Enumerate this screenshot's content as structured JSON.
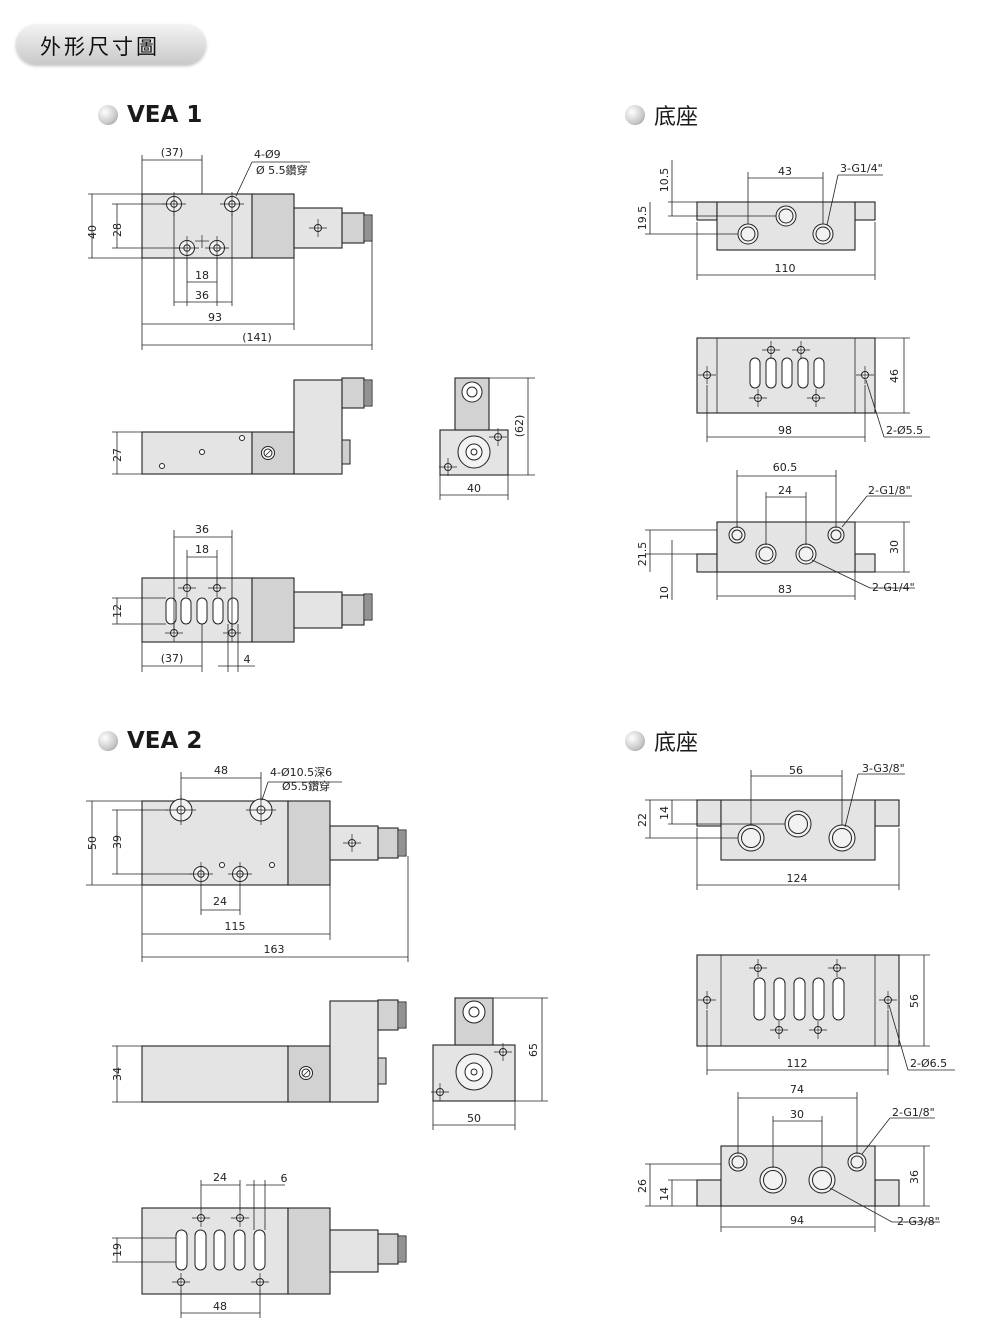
{
  "page_title": "外形尺寸圖",
  "sections": {
    "vea1": "VEA 1",
    "base1": "底座",
    "vea2": "VEA 2",
    "base2": "底座"
  },
  "vea1": {
    "top_view": {
      "d37": "(37)",
      "hole_note_1": "4-Ø9",
      "hole_note_2": "Ø 5.5鑽穿",
      "d40": "40",
      "d28": "28",
      "d18": "18",
      "d36": "36",
      "d93": "93",
      "d141": "(141)"
    },
    "side_view": {
      "d27": "27"
    },
    "end_view": {
      "d62": "(62)",
      "d40": "40"
    },
    "bottom_view": {
      "d36": "36",
      "d18": "18",
      "d12": "12",
      "d37": "(37)",
      "d4": "4"
    }
  },
  "base1": {
    "front": {
      "d10_5": "10.5",
      "d19_5": "19.5",
      "d43": "43",
      "port_note": "3-G1/4\"",
      "d110": "110"
    },
    "top": {
      "d46": "46",
      "d98": "98",
      "hole_note": "2-Ø5.5"
    },
    "bottom": {
      "d60_5": "60.5",
      "d24": "24",
      "port_top": "2-G1/8\"",
      "d21_5": "21.5",
      "d10": "10",
      "d30": "30",
      "d83": "83",
      "port_bottom": "2-G1/4\""
    }
  },
  "vea2": {
    "top_view": {
      "d48": "48",
      "hole_note_1": "4-Ø10.5深6",
      "hole_note_2": "Ø5.5鑽穿",
      "d50": "50",
      "d39": "39",
      "d24": "24",
      "d115": "115",
      "d163": "163"
    },
    "side_view": {
      "d34": "34"
    },
    "end_view": {
      "d65": "65",
      "d50": "50"
    },
    "bottom_view": {
      "d24": "24",
      "d6": "6",
      "d19": "19",
      "d48": "48"
    }
  },
  "base2": {
    "front": {
      "d22": "22",
      "d14": "14",
      "d56": "56",
      "port_note": "3-G3/8\"",
      "d124": "124"
    },
    "top": {
      "d56": "56",
      "d112": "112",
      "hole_note": "2-Ø6.5"
    },
    "bottom": {
      "d74": "74",
      "d30": "30",
      "port_top": "2-G1/8\"",
      "d26": "26",
      "d14": "14",
      "d36": "36",
      "d94": "94",
      "port_bottom": "2-G3/8\""
    }
  }
}
